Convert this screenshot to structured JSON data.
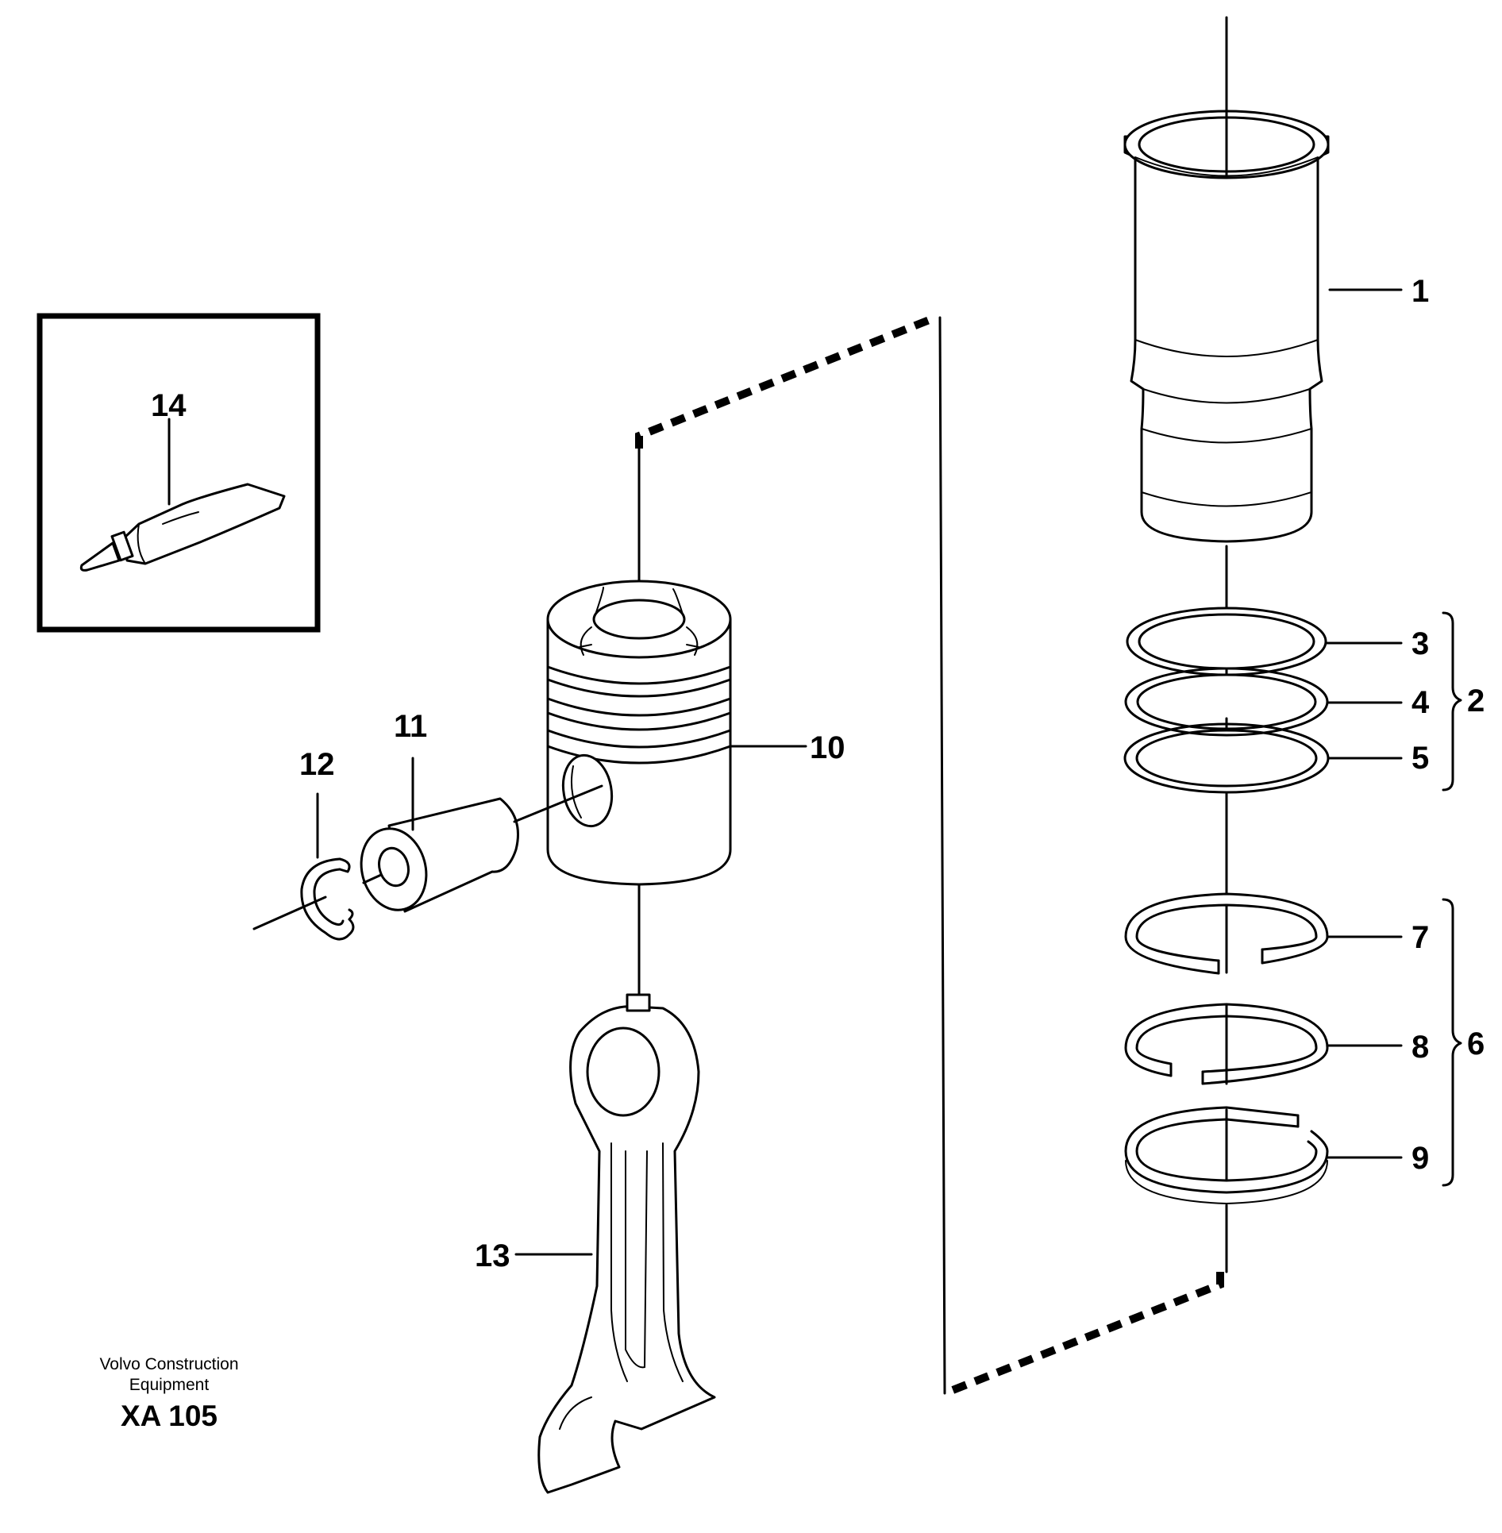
{
  "callouts": [
    {
      "id": "1",
      "label": "1"
    },
    {
      "id": "2",
      "label": "2"
    },
    {
      "id": "3",
      "label": "3"
    },
    {
      "id": "4",
      "label": "4"
    },
    {
      "id": "5",
      "label": "5"
    },
    {
      "id": "6",
      "label": "6"
    },
    {
      "id": "7",
      "label": "7"
    },
    {
      "id": "8",
      "label": "8"
    },
    {
      "id": "9",
      "label": "9"
    },
    {
      "id": "10",
      "label": "10"
    },
    {
      "id": "11",
      "label": "11"
    },
    {
      "id": "12",
      "label": "12"
    },
    {
      "id": "13",
      "label": "13"
    },
    {
      "id": "14",
      "label": "14"
    }
  ],
  "footer": {
    "maker_line1": "Volvo Construction",
    "maker_line2": "Equipment",
    "drawing_number": "XA 105"
  }
}
